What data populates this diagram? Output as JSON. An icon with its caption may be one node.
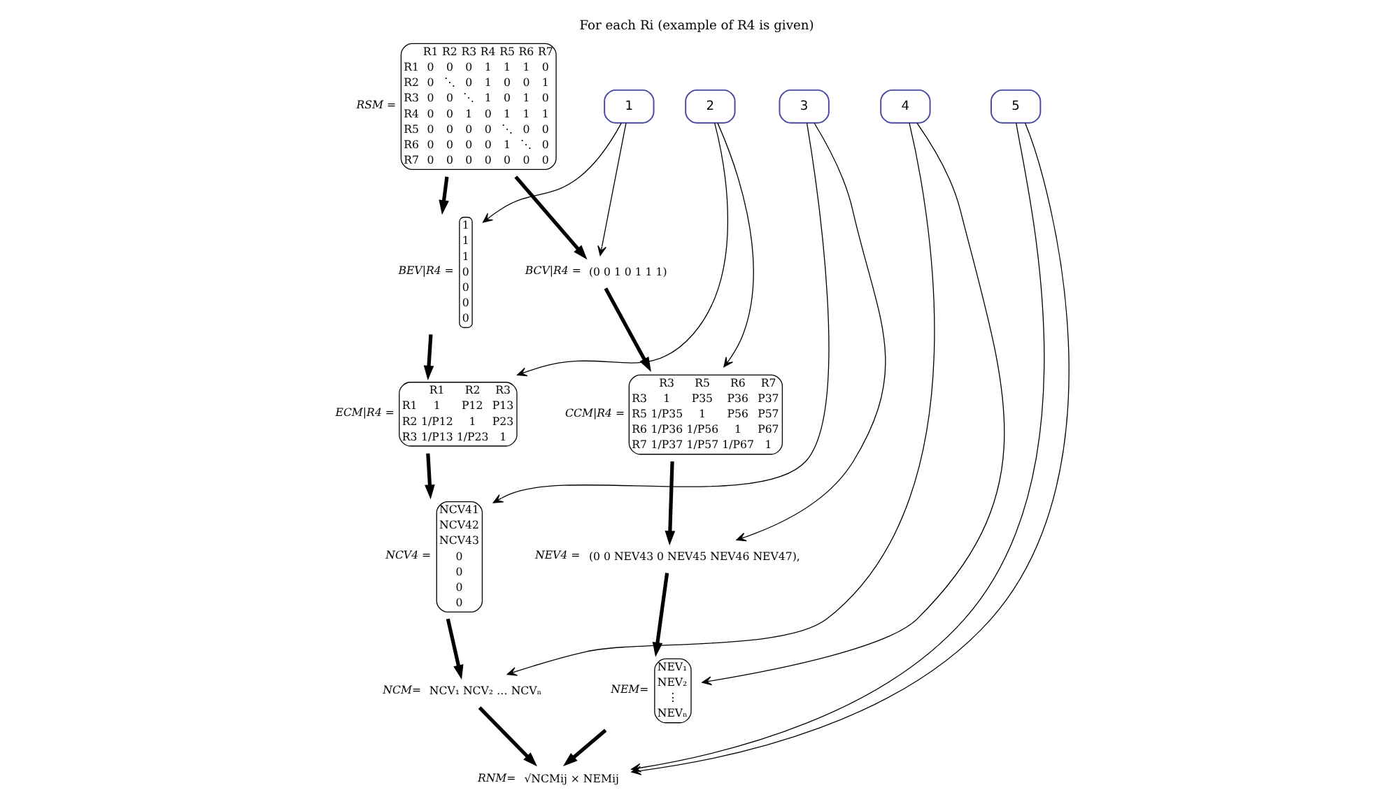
{
  "diagram": {
    "title": "For each Ri (example of R4 is given)",
    "nodes": [
      {
        "text": [
          "RSM =",
          "R1 R2 R3 R4 R5 R6 R7",
          "R1 0 0 0 1 1 1 0",
          "R2 0 ⋱ 0 1 0 0 1",
          "R3 0 0 ⋱ 1 0 1 0",
          "R4 0 0 1 0 1 1 1",
          "R5 0 0 0 0 ⋱ 0 0",
          "R6 0 0 0 0 1 ⋱ 0",
          "R7 0 0 0 0 0 0 0"
        ]
      },
      {
        "text": [
          "BEV|R4 =",
          "1",
          "1",
          "1",
          "0",
          "0",
          "0",
          "0"
        ]
      },
      {
        "text": [
          "ECM|R4 =",
          "R1 R2 R3",
          "R1 1 P12 P13",
          "R2 1/P12 1 P23",
          "R3 1/P13 1/P23 1"
        ]
      },
      {
        "text": [
          "NCV4 =",
          "NCV41",
          "NCV42",
          "NCV43",
          "0",
          "0",
          "0",
          "0"
        ]
      },
      {
        "text": [
          "BCV|R4 =",
          "(0 0 1 0 1 1 1)"
        ]
      },
      {
        "text": [
          "CCM|R4 =",
          "R3 R5 R6 R7",
          "R3 1 P35 P36 P37",
          "R5 1/P35 1 P56 P57",
          "R6 1/P36 1/P56 1 P67",
          "R7 1/P37 1/P57 1/P67 1"
        ]
      },
      {
        "text": [
          "NCM=",
          "NCV₁ NCV₂ … NCVₙ"
        ]
      },
      {
        "text": [
          "NEV4 =",
          "(0 0 NEV43 0 NEV45 NEV46 NEV47),"
        ]
      },
      {
        "text": [
          "NEM=",
          "NEV₁",
          "NEV₂",
          "⋮",
          "NEVₙ"
        ]
      },
      {
        "text": [
          "RNM=",
          "√NCMij × NEMij"
        ]
      },
      {
        "text": [
          "1"
        ]
      },
      {
        "text": [
          "2"
        ]
      },
      {
        "text": [
          "3"
        ]
      },
      {
        "text": [
          "4"
        ]
      },
      {
        "text": [
          "5"
        ]
      }
    ],
    "edges": [
      {
        "from": 0,
        "to": 1,
        "arrow": "to",
        "style": "thick"
      },
      {
        "from": 0,
        "to": 4,
        "arrow": "to",
        "style": "thick"
      },
      {
        "from": 1,
        "to": 2,
        "arrow": "to",
        "style": "thick"
      },
      {
        "from": 2,
        "to": 3,
        "arrow": "to",
        "style": "thick"
      },
      {
        "from": 4,
        "to": 5,
        "arrow": "to",
        "style": "thick"
      },
      {
        "from": 3,
        "to": 6,
        "arrow": "to",
        "style": "thick"
      },
      {
        "from": 5,
        "to": 7,
        "arrow": "to",
        "style": "thick"
      },
      {
        "from": 7,
        "to": 8,
        "arrow": "to",
        "style": "thick"
      },
      {
        "from": 8,
        "to": 9,
        "arrow": "to",
        "style": "thick"
      },
      {
        "from": 6,
        "to": 9,
        "arrow": "to",
        "style": "thick"
      },
      {
        "from": 10,
        "to": 1,
        "arrow": "to"
      },
      {
        "from": 10,
        "to": 4,
        "arrow": "to"
      },
      {
        "from": 11,
        "to": 2,
        "arrow": "to"
      },
      {
        "from": 11,
        "to": 5,
        "arrow": "to"
      },
      {
        "from": 12,
        "to": 3,
        "arrow": "to"
      },
      {
        "from": 12,
        "to": 7,
        "arrow": "to"
      },
      {
        "from": 13,
        "to": 6,
        "arrow": "to"
      },
      {
        "from": 13,
        "to": 8,
        "arrow": "to"
      },
      {
        "from": 14,
        "to": 9,
        "arrow": "to"
      },
      {
        "from": 14,
        "to": 9,
        "arrow": "to"
      }
    ]
  }
}
